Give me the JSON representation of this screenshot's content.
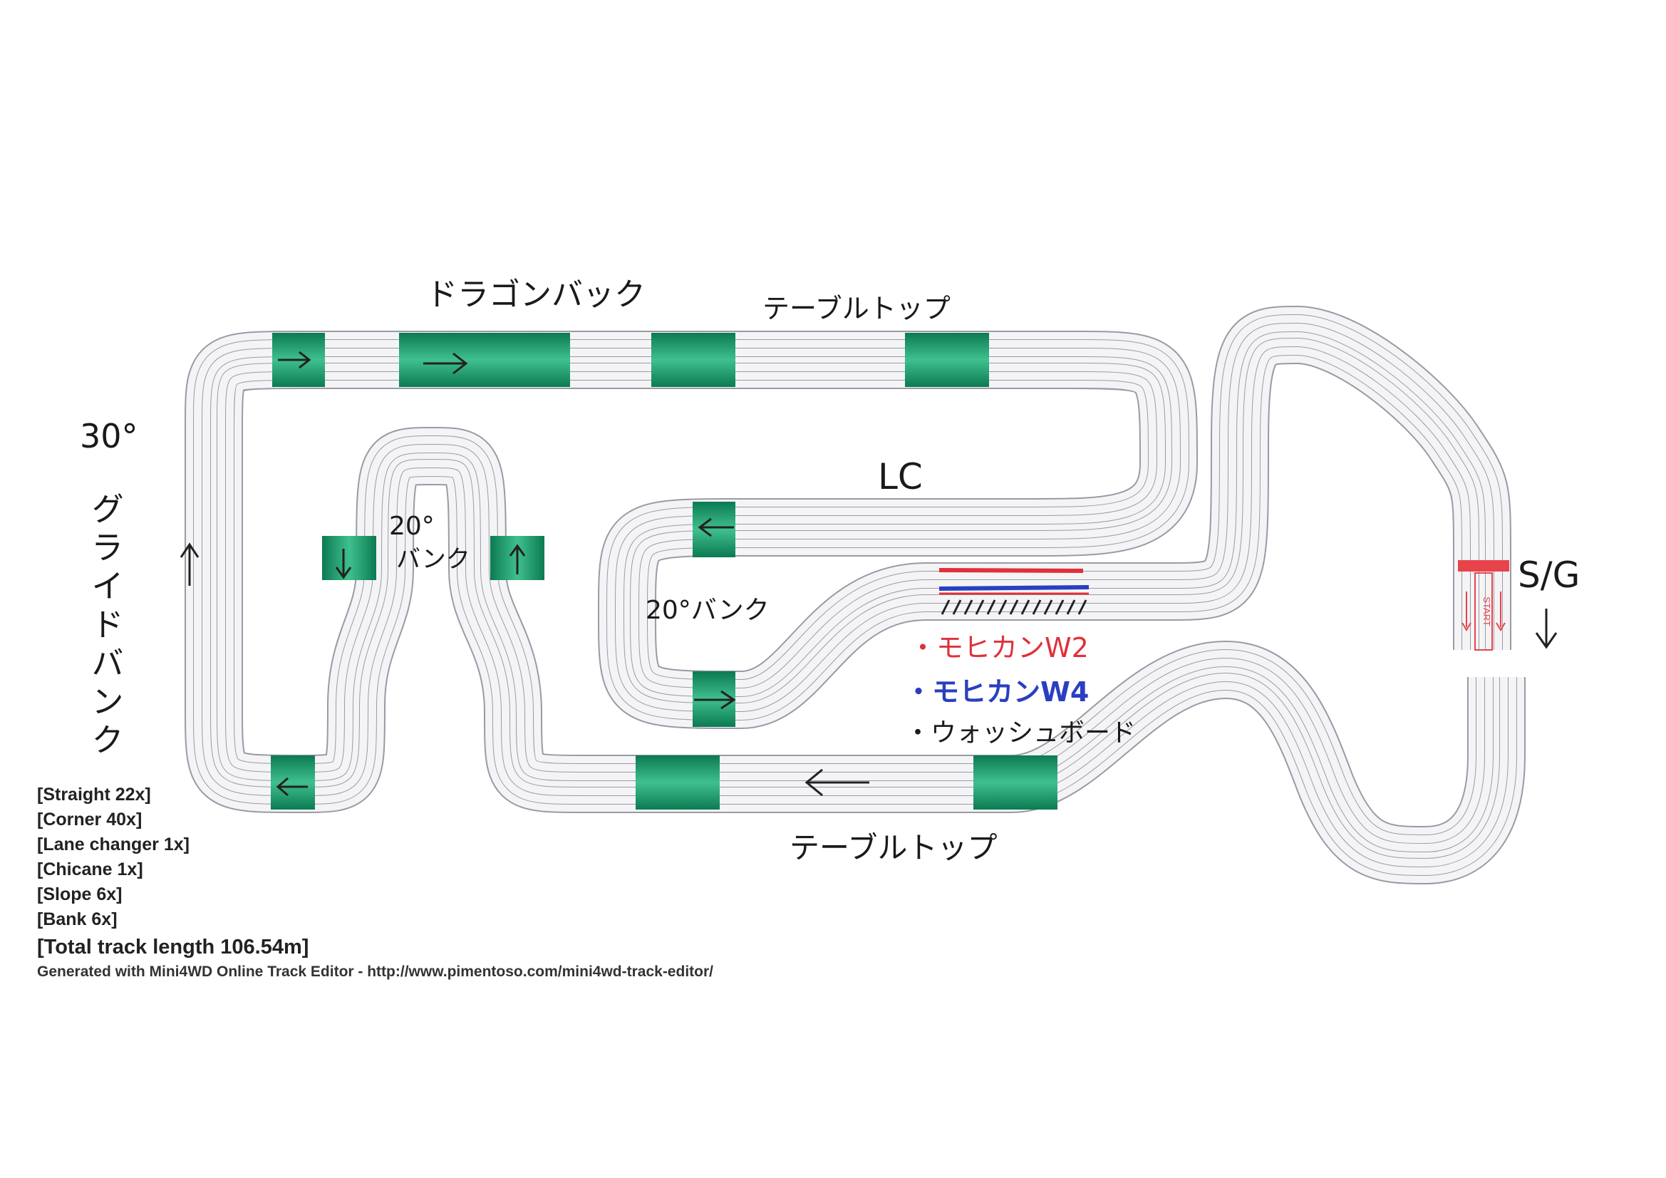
{
  "labels": {
    "dragon_back": "ドラゴンバック",
    "table_top_upper": "テーブルトップ",
    "table_top_lower": "テーブルトップ",
    "glide_bank_angle": "30°",
    "glide_bank": "グライドバンク",
    "bank_20_angle": "20°",
    "bank_20": "バンク",
    "bank_20_right": "20°バンク",
    "lane_changer": "LC",
    "start_goal": "S/G",
    "mogul_w2": "・モヒカンW2",
    "mogul_w4": "・モヒカンW4",
    "washboard": "・ウォッシュボード",
    "start_piece_text": "START"
  },
  "legend": {
    "items": [
      "[Straight 22x]",
      "[Corner 40x]",
      "[Lane changer 1x]",
      "[Chicane 1x]",
      "[Slope 6x]",
      "[Bank 6x]"
    ],
    "total": "[Total track length 106.54m]",
    "credit": "Generated with Mini4WD Online Track Editor - http://www.pimentoso.com/mini4wd-track-editor/"
  },
  "colors": {
    "track_fill": "#f4f4f6",
    "track_line": "#9a9aa6",
    "slope_green": "#1a9266",
    "mogul_red": "#e0303a",
    "mogul_blue": "#2a3fc0",
    "start_red": "#e8434b"
  }
}
